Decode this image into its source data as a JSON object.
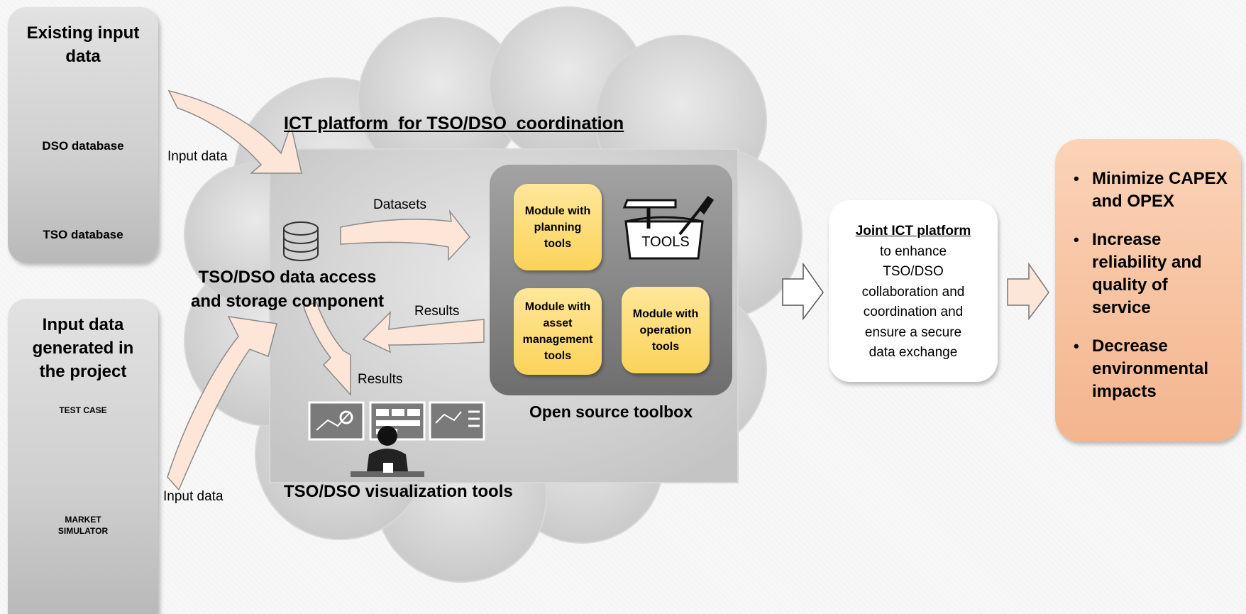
{
  "existing_input": {
    "title_line1": "Existing input",
    "title_line2": "data",
    "dso_db_label": "DSO database",
    "tso_db_label": "TSO database"
  },
  "generated_input": {
    "title_line1": "Input data",
    "title_line2": "generated in",
    "title_line3": "the project",
    "test_case_label": "TEST CASE",
    "market_sim_line1": "MARKET",
    "market_sim_line2": "SIMULATOR"
  },
  "cloud": {
    "title": "ICT platform  for TSO/DSO  coordination",
    "storage_line1": "TSO/DSO data access",
    "storage_line2": "and storage component",
    "visualization_label": "TSO/DSO visualization tools"
  },
  "flows": {
    "input_data_top": "Input data",
    "input_data_bottom": "Input data",
    "datasets": "Datasets",
    "results_left": "Results",
    "results_down": "Results"
  },
  "toolbox": {
    "label": "Open source toolbox",
    "tools_icon_text": "TOOLS",
    "module_planning": [
      "Module with",
      "planning",
      "tools"
    ],
    "module_asset": [
      "Module with",
      "asset",
      "management",
      "tools"
    ],
    "module_operation": [
      "Module with",
      "operation",
      "tools"
    ]
  },
  "joint": {
    "heading": "Joint ICT platform",
    "lines": [
      "to enhance",
      "TSO/DSO",
      "collaboration and",
      "coordination and",
      "ensure a secure",
      "data exchange"
    ]
  },
  "benefits": {
    "items": [
      [
        "Minimize CAPEX",
        "and OPEX"
      ],
      [
        "Increase",
        "reliability and",
        "quality of",
        "service"
      ],
      [
        "Decrease",
        "environmental",
        "impacts"
      ]
    ]
  },
  "colors": {
    "arrow_fill": "#fde6d8",
    "module_fill": "#fbd35a",
    "benefit_fill": "#f6c19c",
    "panel_gray": "#cfcfcf"
  }
}
